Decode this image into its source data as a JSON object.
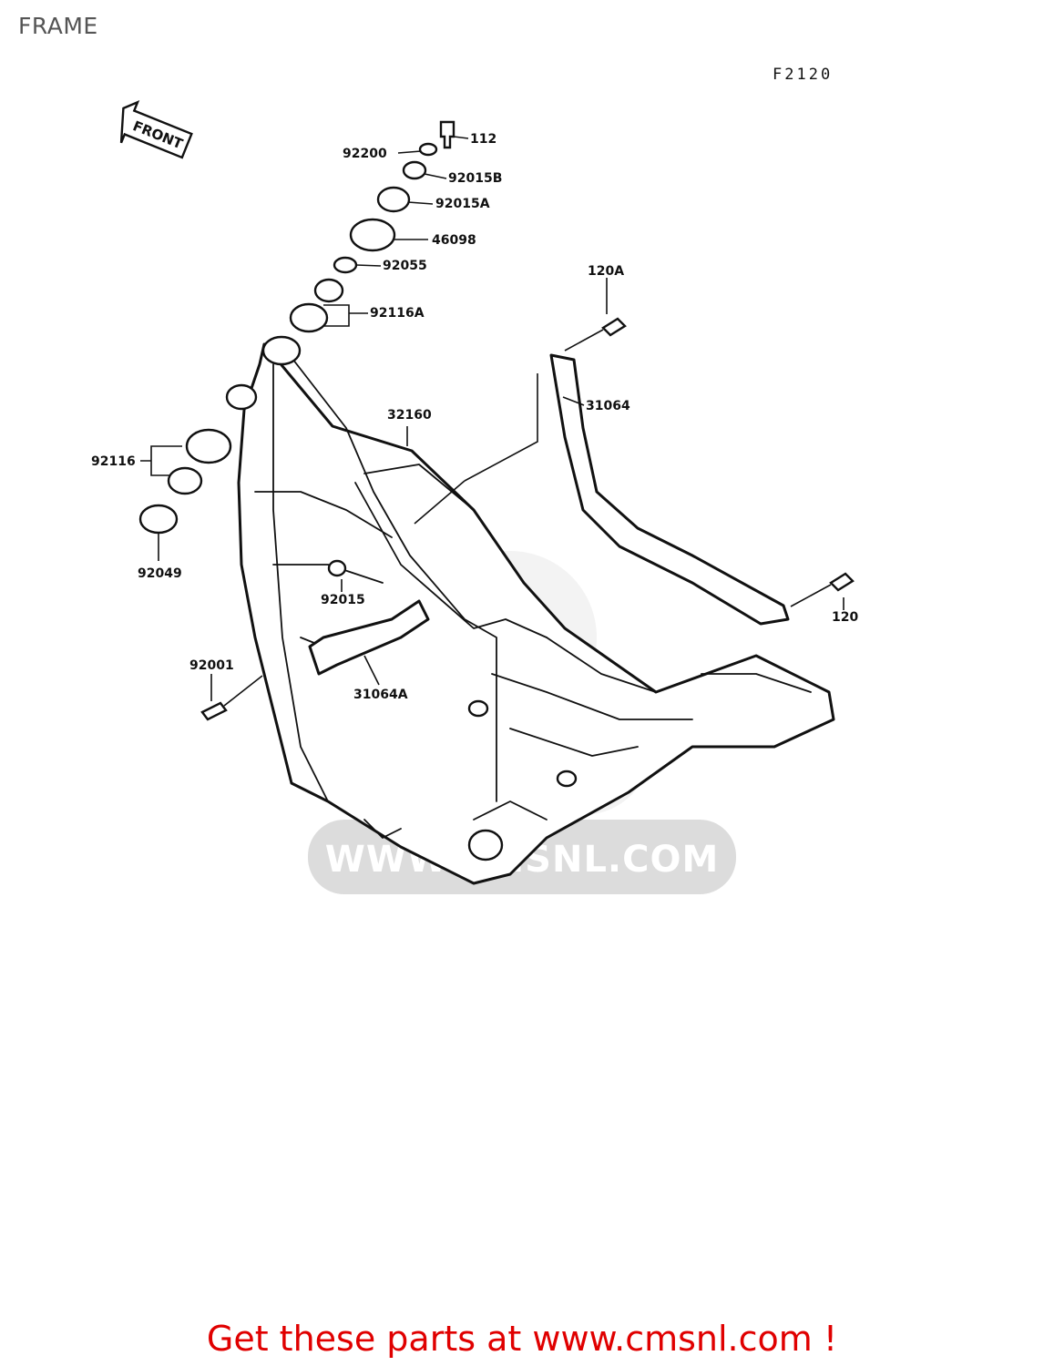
{
  "title": "FRAME",
  "diagram_code": "F2120",
  "front_label": "FRONT",
  "watermark": "WWW.CMSNL.COM",
  "footer": "Get these parts at www.cmsnl.com !",
  "parts": {
    "p112": "112",
    "p92200": "92200",
    "p92015B": "92015B",
    "p92015A": "92015A",
    "p46098": "46098",
    "p92055": "92055",
    "p92116A": "92116A",
    "p120A": "120A",
    "p31064": "31064",
    "p32160": "32160",
    "p92116": "92116",
    "p92049": "92049",
    "p92015": "92015",
    "p120": "120",
    "p92001": "92001",
    "p31064A": "31064A"
  }
}
